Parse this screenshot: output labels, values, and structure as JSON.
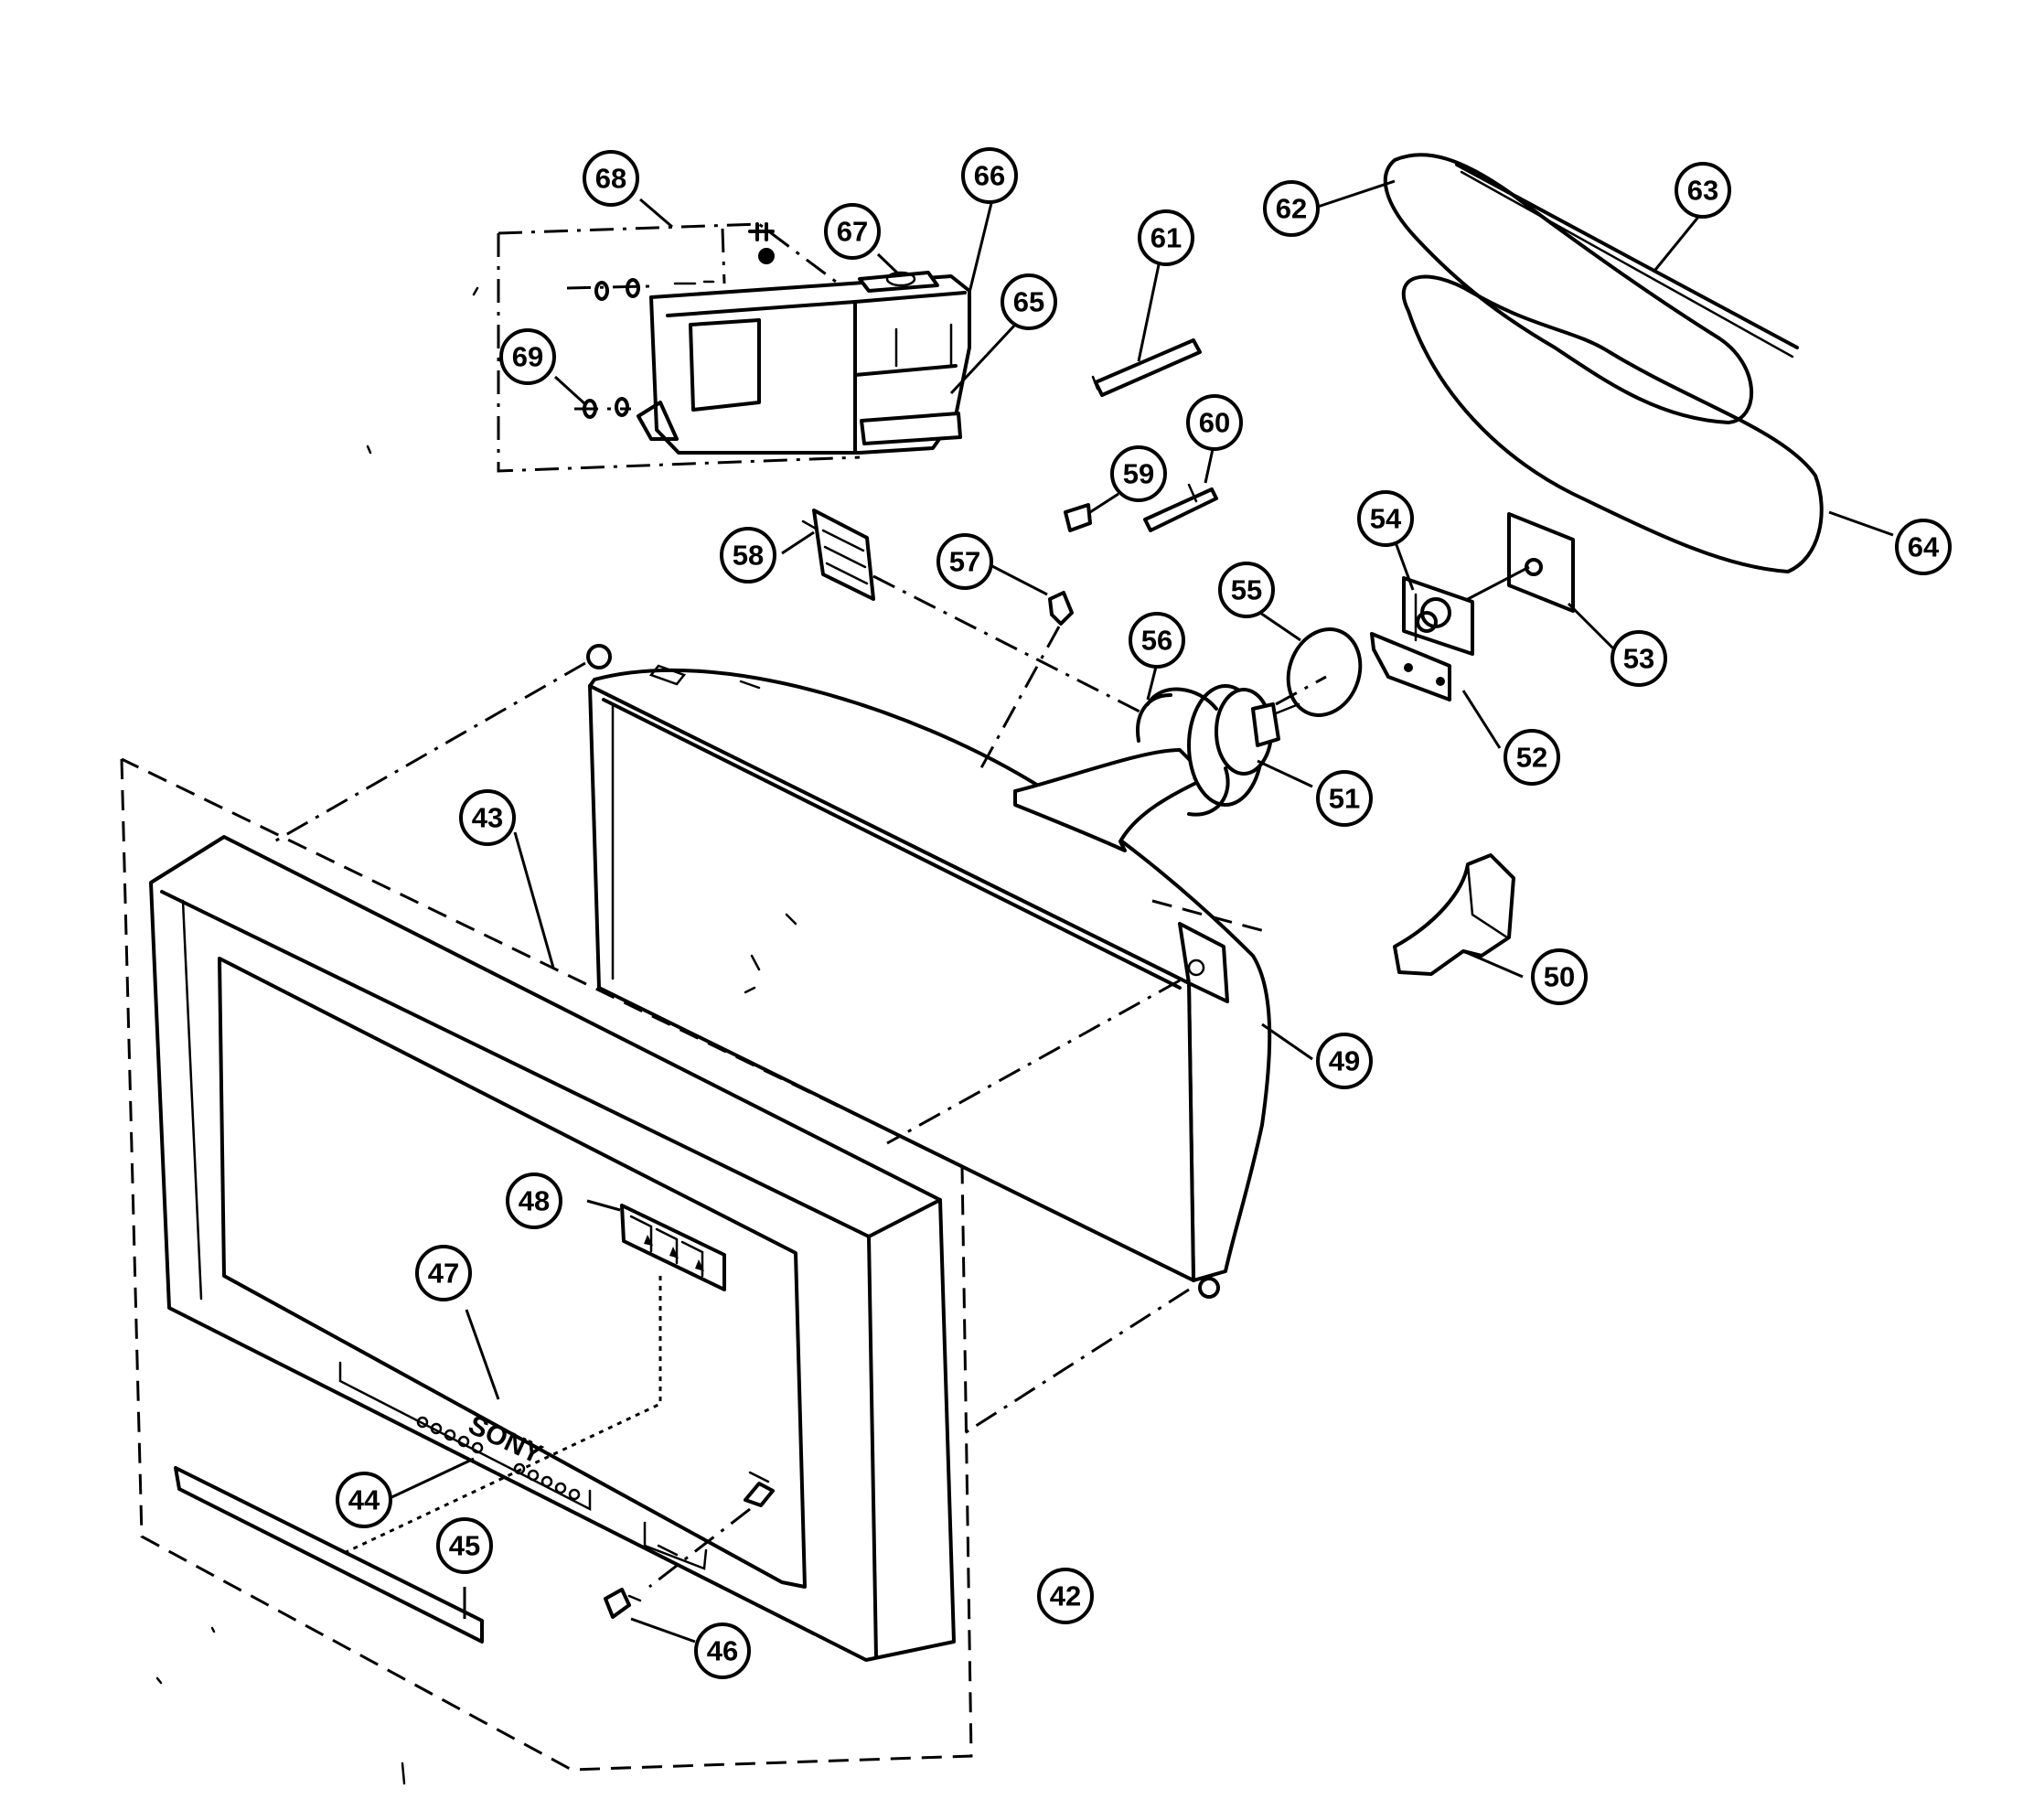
{
  "diagram": {
    "brand": "SONY",
    "callouts": [
      {
        "id": "42",
        "label": "42"
      },
      {
        "id": "43",
        "label": "43"
      },
      {
        "id": "44",
        "label": "44"
      },
      {
        "id": "45",
        "label": "45"
      },
      {
        "id": "46",
        "label": "46"
      },
      {
        "id": "47",
        "label": "47"
      },
      {
        "id": "48",
        "label": "48"
      },
      {
        "id": "49",
        "label": "49"
      },
      {
        "id": "50",
        "label": "50"
      },
      {
        "id": "51",
        "label": "51"
      },
      {
        "id": "52",
        "label": "52"
      },
      {
        "id": "53",
        "label": "53"
      },
      {
        "id": "54",
        "label": "54"
      },
      {
        "id": "55",
        "label": "55"
      },
      {
        "id": "56",
        "label": "56"
      },
      {
        "id": "57",
        "label": "57"
      },
      {
        "id": "58",
        "label": "58"
      },
      {
        "id": "59",
        "label": "59"
      },
      {
        "id": "60",
        "label": "60"
      },
      {
        "id": "61",
        "label": "61"
      },
      {
        "id": "62",
        "label": "62"
      },
      {
        "id": "63",
        "label": "63"
      },
      {
        "id": "64",
        "label": "64"
      },
      {
        "id": "65",
        "label": "65"
      },
      {
        "id": "66",
        "label": "66"
      },
      {
        "id": "67",
        "label": "67"
      },
      {
        "id": "68",
        "label": "68"
      },
      {
        "id": "69",
        "label": "69"
      }
    ]
  }
}
